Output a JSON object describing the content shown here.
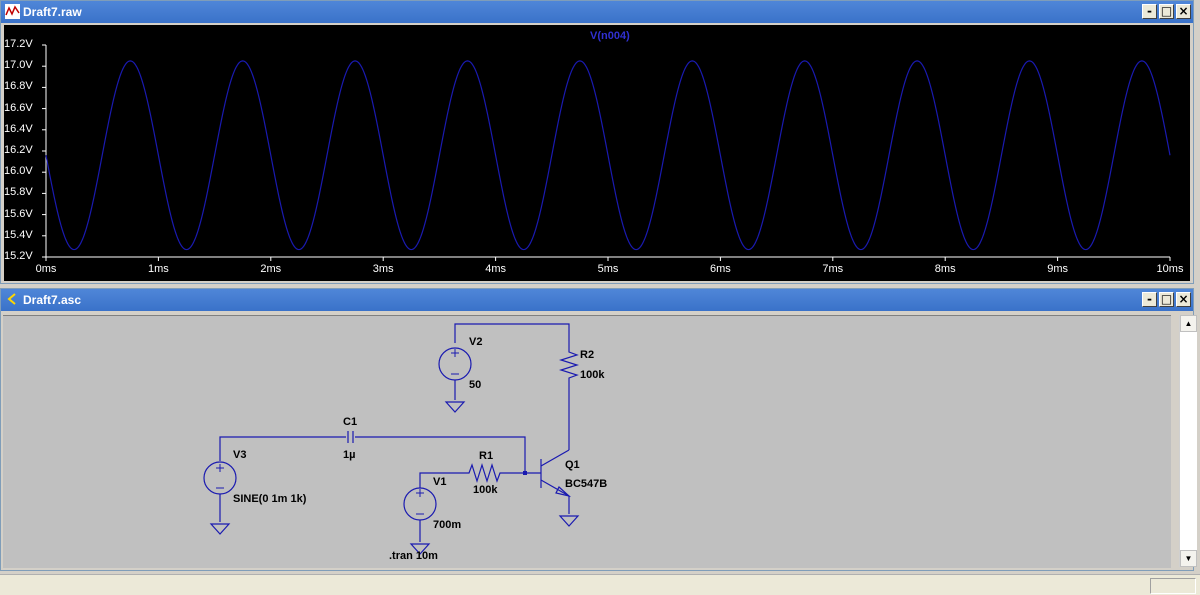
{
  "waveform_window": {
    "title": "Draft7.raw",
    "trace_label": "V(n004)",
    "trace_color": "#1a1ab0",
    "y_ticks": [
      "17.2V",
      "17.0V",
      "16.8V",
      "16.6V",
      "16.4V",
      "16.2V",
      "16.0V",
      "15.8V",
      "15.6V",
      "15.4V",
      "15.2V"
    ],
    "x_ticks": [
      "0ms",
      "1ms",
      "2ms",
      "3ms",
      "4ms",
      "5ms",
      "6ms",
      "7ms",
      "8ms",
      "9ms",
      "10ms"
    ],
    "chart_data": {
      "type": "line",
      "series": [
        {
          "name": "V(n004)",
          "frequency_hz": 1000,
          "offset_v": 16.16,
          "amplitude_v": 0.89,
          "phase": "starts at offset, falling"
        }
      ],
      "xlim": [
        0,
        10
      ],
      "ylim": [
        15.2,
        17.2
      ],
      "xlabel": "",
      "ylabel": ""
    }
  },
  "schematic_window": {
    "title": "Draft7.asc",
    "wire_color": "#1a1ab0",
    "labels": {
      "v2_name": "V2",
      "v2_value": "50",
      "r2_name": "R2",
      "r2_value": "100k",
      "c1_name": "C1",
      "c1_value": "1µ",
      "v3_name": "V3",
      "v3_value": "SINE(0 1m 1k)",
      "r1_name": "R1",
      "r1_value": "100k",
      "v1_name": "V1",
      "v1_value": "700m",
      "q1_name": "Q1",
      "q1_value": "BC547B",
      "directive": ".tran 10m"
    }
  },
  "window_buttons": {
    "minimize": "-",
    "maximize": "□",
    "close": "×"
  },
  "scrollbar": {
    "up": "▲",
    "down": "▼"
  }
}
